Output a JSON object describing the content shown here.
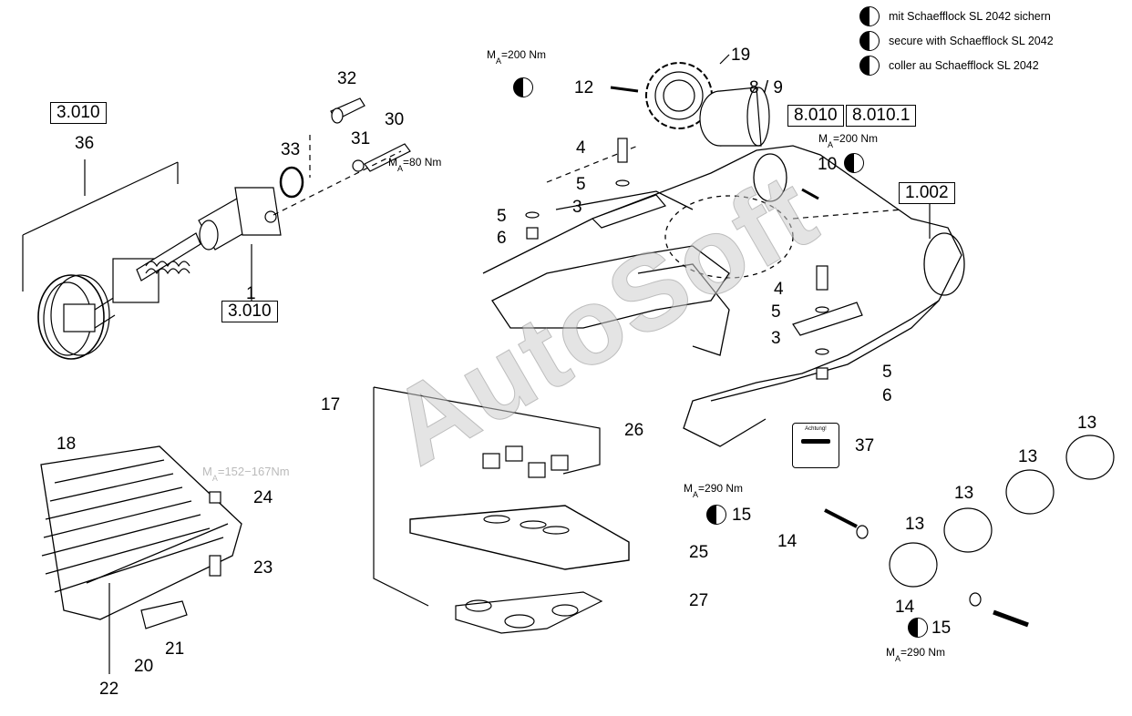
{
  "legend": [
    {
      "text": "mit Schaefflock SL 2042 sichern"
    },
    {
      "text": "secure with Schaefflock SL 2042"
    },
    {
      "text": "coller au Schaefflock SL 2042"
    }
  ],
  "torques": {
    "t200a": {
      "m": "M",
      "sub": "A",
      "val": "=200 Nm"
    },
    "t200b": {
      "m": "M",
      "sub": "A",
      "val": "=200 Nm"
    },
    "t80": {
      "m": "M",
      "sub": "A",
      "val": "=80 Nm"
    },
    "t152": {
      "m": "M",
      "sub": "A",
      "val": "=152−167Nm"
    },
    "t290a": {
      "m": "M",
      "sub": "A",
      "val": "=290 Nm"
    },
    "t290b": {
      "m": "M",
      "sub": "A",
      "val": "=290 Nm"
    }
  },
  "boxes": {
    "b3010top": "3.010",
    "b3010bot": "3.010",
    "b8010": "8.010",
    "b80101": "8.010.1",
    "b1002": "1.002"
  },
  "labels": {
    "n36": "36",
    "n32": "32",
    "n33": "33",
    "n31": "31",
    "n30": "30",
    "n1": "1",
    "n19": "19",
    "n89": "8 / 9",
    "n12": "12",
    "n4a": "4",
    "n5a": "5",
    "n3a": "3",
    "n5b": "5",
    "n6a": "6",
    "n10": "10",
    "n4b": "4",
    "n5c": "5",
    "n3b": "3",
    "n5d": "5",
    "n6b": "6",
    "n37": "37",
    "n17": "17",
    "n26": "26",
    "n25": "25",
    "n27": "27",
    "n18": "18",
    "n24": "24",
    "n23": "23",
    "n20": "20",
    "n21": "21",
    "n22": "22",
    "n13a": "13",
    "n13b": "13",
    "n13c": "13",
    "n13d": "13",
    "n15a": "15",
    "n14a": "14",
    "n14b": "14",
    "n15b": "15"
  },
  "warning_card": {
    "title": "Achtung!"
  },
  "watermark": "AutoSoft"
}
